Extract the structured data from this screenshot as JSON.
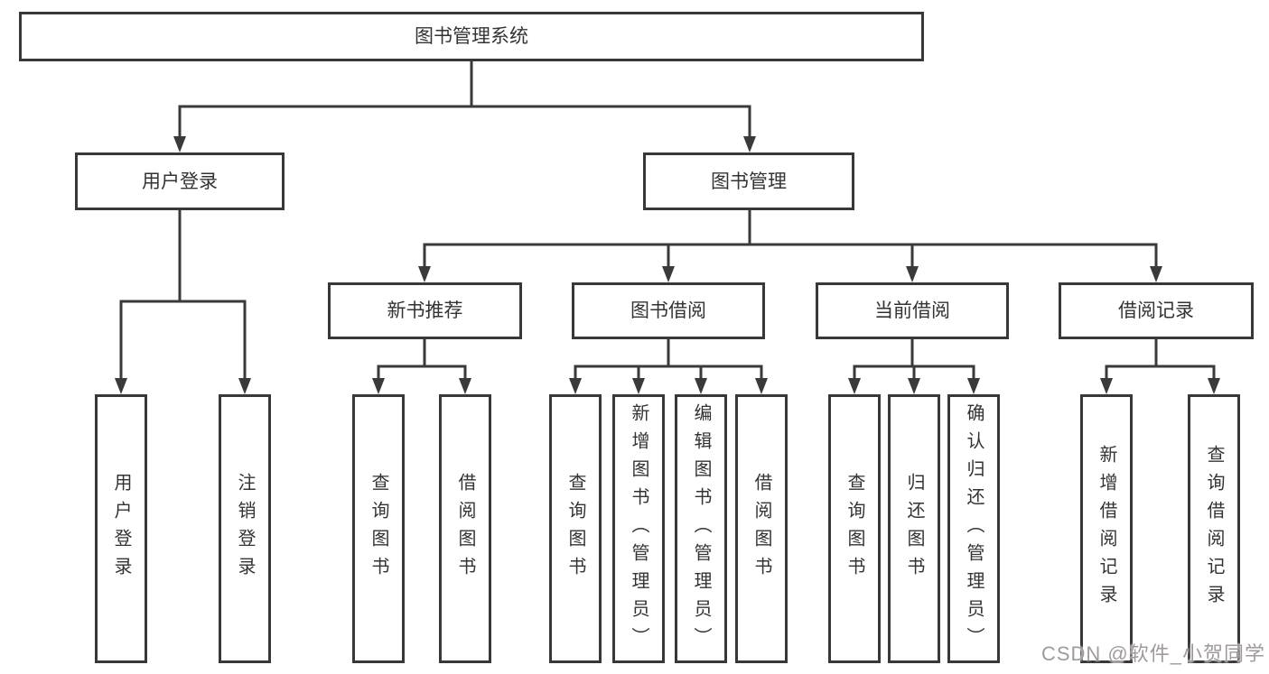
{
  "diagram": {
    "title": "图书管理系统",
    "nodes": {
      "root": "图书管理系统",
      "user_login": "用户登录",
      "book_mgmt": "图书管理",
      "new_book_rec": "新书推荐",
      "book_borrow": "图书借阅",
      "current_borrow": "当前借阅",
      "borrow_records": "借阅记录",
      "login_action": "用户登录",
      "logout_action": "注销登录",
      "rec_query_books": "查询图书",
      "rec_borrow_books": "借阅图书",
      "bb_query_books": "查询图书",
      "bb_add_books": "新增图书（管理员）",
      "bb_edit_books": "编辑图书（管理员）",
      "bb_borrow_books": "借阅图书",
      "cb_query_books": "查询图书",
      "cb_return_books": "归还图书",
      "cb_confirm_return": "确认归还（管理员）",
      "br_add_record": "新增借阅记录",
      "br_query_record": "查询借阅记录"
    },
    "colors": {
      "line": "#3a3a3a",
      "text": "#333333",
      "watermark": "#a09a9a"
    }
  },
  "watermark": "CSDN @软件_小贺同学"
}
